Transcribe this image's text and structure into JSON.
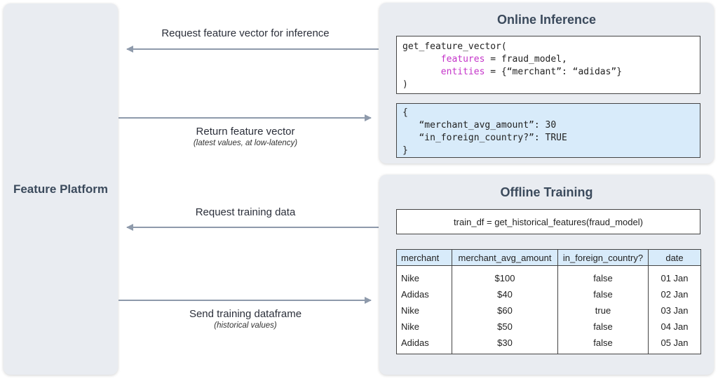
{
  "platform": {
    "title": "Feature Platform"
  },
  "online": {
    "title": "Online Inference",
    "request_code": {
      "line1": "get_feature_vector(",
      "features_kw": "features",
      "features_val": " = fraud_model,",
      "entities_kw": "entities",
      "entities_val": " = {“merchant”: “adidas”}",
      "line4": ")"
    },
    "response_code": {
      "line1": "{",
      "line2": "“merchant_avg_amount”: 30",
      "line3": "“in_foreign_country?”: TRUE",
      "line4": "}"
    }
  },
  "offline": {
    "title": "Offline Training",
    "call": "train_df = get_historical_features(fraud_model)",
    "table": {
      "headers": [
        "merchant",
        "merchant_avg_amount",
        "in_foreign_country?",
        "date"
      ],
      "rows": [
        [
          "Nike",
          "$100",
          "false",
          "01 Jan"
        ],
        [
          "Adidas",
          "$40",
          "false",
          "02 Jan"
        ],
        [
          "Nike",
          "$60",
          "true",
          "03 Jan"
        ],
        [
          "Nike",
          "$50",
          "false",
          "04 Jan"
        ],
        [
          "Adidas",
          "$30",
          "false",
          "05 Jan"
        ]
      ]
    }
  },
  "flows": [
    {
      "label": "Request feature vector for inference",
      "note": ""
    },
    {
      "label": "Return feature vector",
      "note": "(latest values, at low-latency)"
    },
    {
      "label": "Request training data",
      "note": ""
    },
    {
      "label": "Send training dataframe",
      "note": "(historical values)"
    }
  ],
  "colors": {
    "arrow": "#8e9aab",
    "panel": "#e9ecf1",
    "highlight": "#d8ebfa",
    "keyword": "#c434c9"
  }
}
